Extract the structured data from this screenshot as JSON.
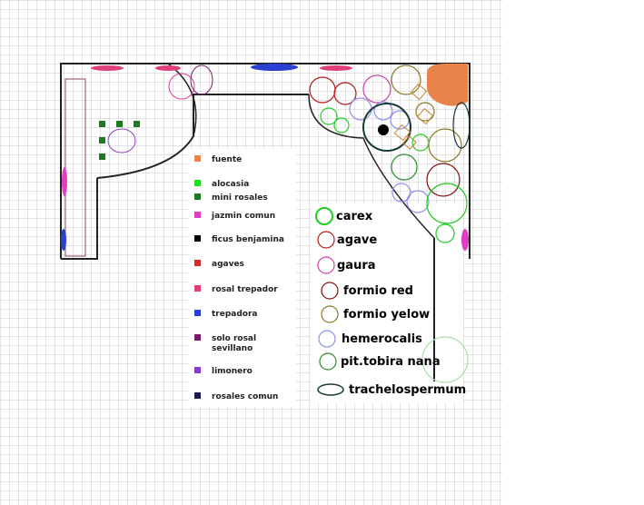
{
  "colors": {
    "grid": "#c8c8c8",
    "wall": "#222222",
    "fuente": "#e8834a",
    "alocasia": "#22dd22",
    "mini_rosales": "#1e7a1e",
    "jazmin_comun": "#e040c0",
    "ficus_benjamina": "#000000",
    "agaves": "#c83232",
    "rosal_trepador": "#e0407a",
    "trepadora": "#2a3fd4",
    "solo_rosal_sevillano": "#7a1a6a",
    "limonero": "#8a3ac8",
    "rosales_comun": "#1a1a55",
    "carex": "#22cc22",
    "agave": "#b81a1a",
    "gaura": "#d040a0",
    "formio_red": "#801010",
    "formio_yellow": "#8a7a20",
    "hemerocalis": "#9090e8",
    "pit_tobira_nana": "#2a8a2a",
    "trachelospermum": "#1a3a3a"
  },
  "legend_left": [
    {
      "key": "fuente",
      "label": "fuente"
    },
    {
      "key": "alocasia",
      "label": "alocasia"
    },
    {
      "key": "mini_rosales",
      "label": "mini rosales"
    },
    {
      "key": "jazmin_comun",
      "label": "jazmin comun"
    },
    {
      "key": "ficus_benjamina",
      "label": "ficus benjamina"
    },
    {
      "key": "agaves",
      "label": "agaves"
    },
    {
      "key": "rosal_trepador",
      "label": "rosal trepador"
    },
    {
      "key": "trepadora",
      "label": "trepadora"
    },
    {
      "key": "solo_rosal_sevillano",
      "label": "solo rosal sevillano"
    },
    {
      "key": "limonero",
      "label": "limonero"
    },
    {
      "key": "rosales_comun",
      "label": "rosales comun"
    }
  ],
  "legend_right": [
    {
      "key": "carex",
      "label": "carex",
      "shape": "circle"
    },
    {
      "key": "agave",
      "label": "agave",
      "shape": "circle"
    },
    {
      "key": "gaura",
      "label": "gaura",
      "shape": "circle"
    },
    {
      "key": "formio_red",
      "label": "formio red",
      "shape": "circle"
    },
    {
      "key": "formio_yellow",
      "label": "formio yelow",
      "shape": "circle"
    },
    {
      "key": "hemerocalis",
      "label": "hemerocalis",
      "shape": "circle"
    },
    {
      "key": "pit_tobira_nana",
      "label": "pit.tobira nana",
      "shape": "circle"
    },
    {
      "key": "trachelospermum",
      "label": "trachelospermum",
      "shape": "ellipse"
    }
  ]
}
